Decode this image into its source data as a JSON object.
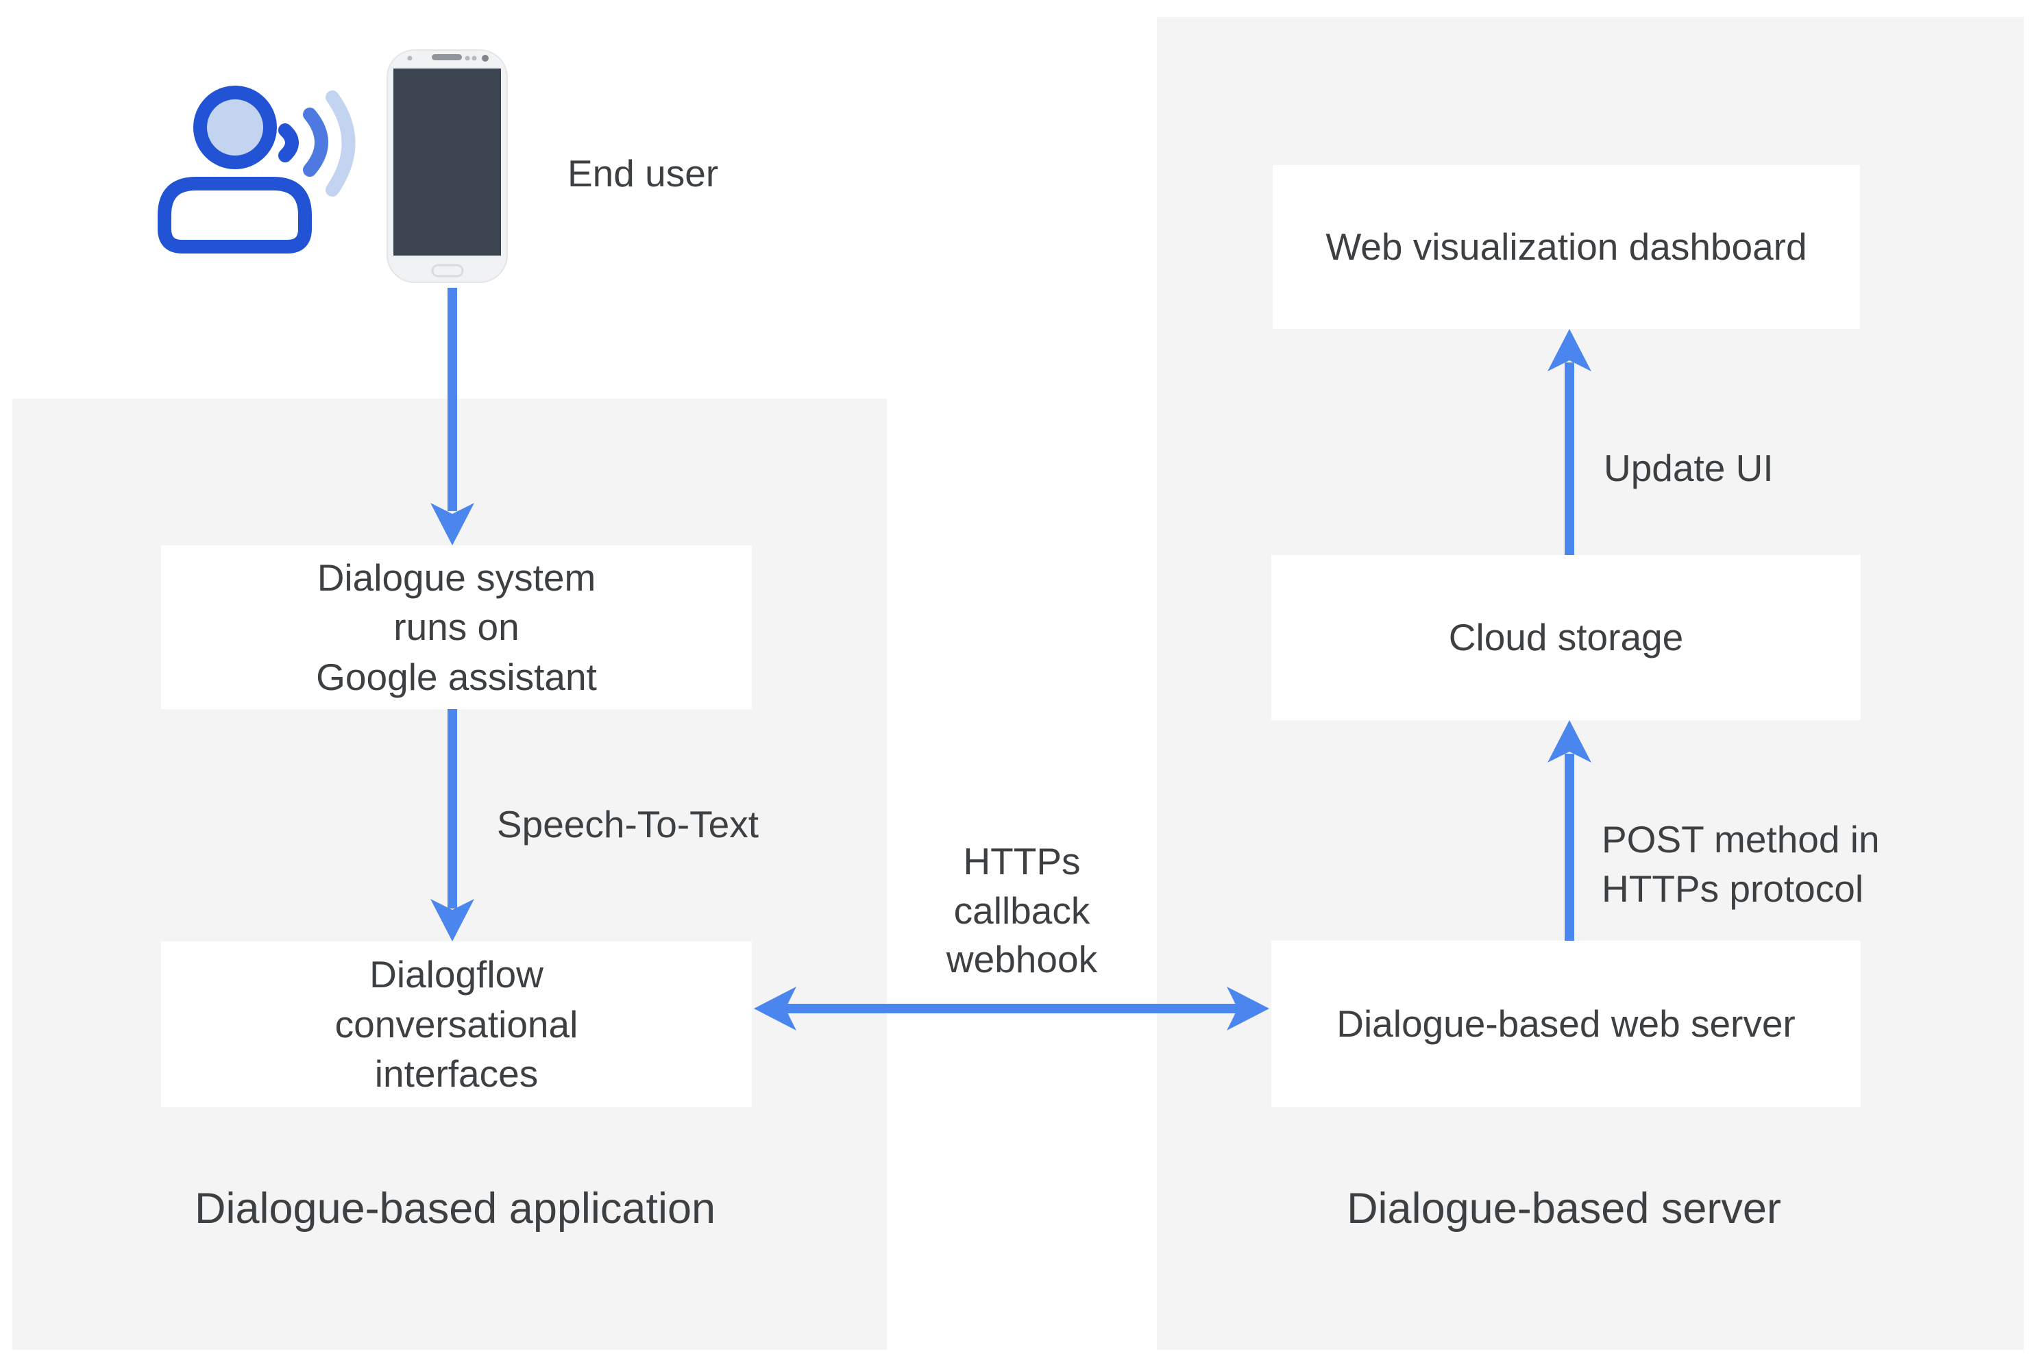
{
  "title": "Dialogue-based voice application architecture diagram",
  "colors": {
    "arrow_blue": "#4a86ee",
    "panel_gray": "#f4f4f4",
    "node_background": "#ffffff",
    "text_dark": "#3c4043",
    "icon_stroke_blue": "#2153d4",
    "icon_fill_light_blue": "#c3d4f1",
    "wave_medium_blue": "#4e79e0",
    "phone_body": "#f1f2f4",
    "phone_screen": "#3c4450"
  },
  "end_user": {
    "label": "End user",
    "icons": [
      "person-speaking-icon",
      "smartphone-icon"
    ]
  },
  "application_panel": {
    "caption": "Dialogue-based application",
    "nodes": {
      "dialogue_system": "Dialogue system\nruns on\nGoogle assistant",
      "dialogflow": "Dialogflow\nconversational\ninterfaces"
    }
  },
  "server_panel": {
    "caption": "Dialogue-based server",
    "nodes": {
      "dashboard": "Web visualization dashboard",
      "cloud_storage": "Cloud storage",
      "web_server": "Dialogue-based web server"
    }
  },
  "edge_labels": {
    "speech_to_text": "Speech-To-Text",
    "https_callback": "HTTPs\ncallback\nwebhook",
    "update_ui": "Update UI",
    "post_method": "POST method in\nHTTPs protocol"
  }
}
